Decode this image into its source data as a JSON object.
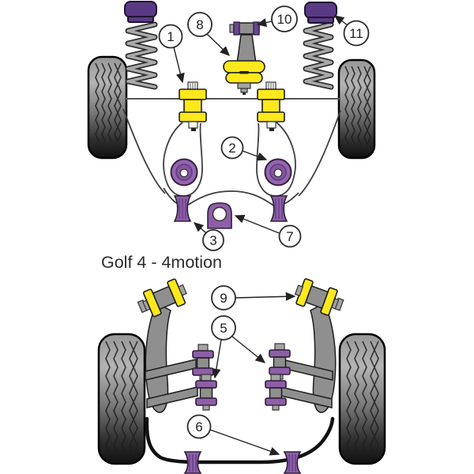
{
  "title": "Golf 4 - 4motion",
  "callouts": [
    {
      "number": "1"
    },
    {
      "number": "2"
    },
    {
      "number": "3"
    },
    {
      "number": "5"
    },
    {
      "number": "6"
    },
    {
      "number": "7"
    },
    {
      "number": "8"
    },
    {
      "number": "9"
    },
    {
      "number": "10"
    },
    {
      "number": "11"
    }
  ],
  "colors": {
    "bush_purple": "#8e5fa8",
    "mount_purple": "#5b3a85",
    "cap_purple": "#6b4593",
    "bush_yellow": "#ffe81c",
    "metal_gray": "#8f8f8f",
    "outline": "#1c1c1c",
    "line_gray": "#3f3f3f",
    "arb_black": "#111111",
    "callout_border": "#2b2b2b",
    "text_color": "#2b2b2b"
  }
}
